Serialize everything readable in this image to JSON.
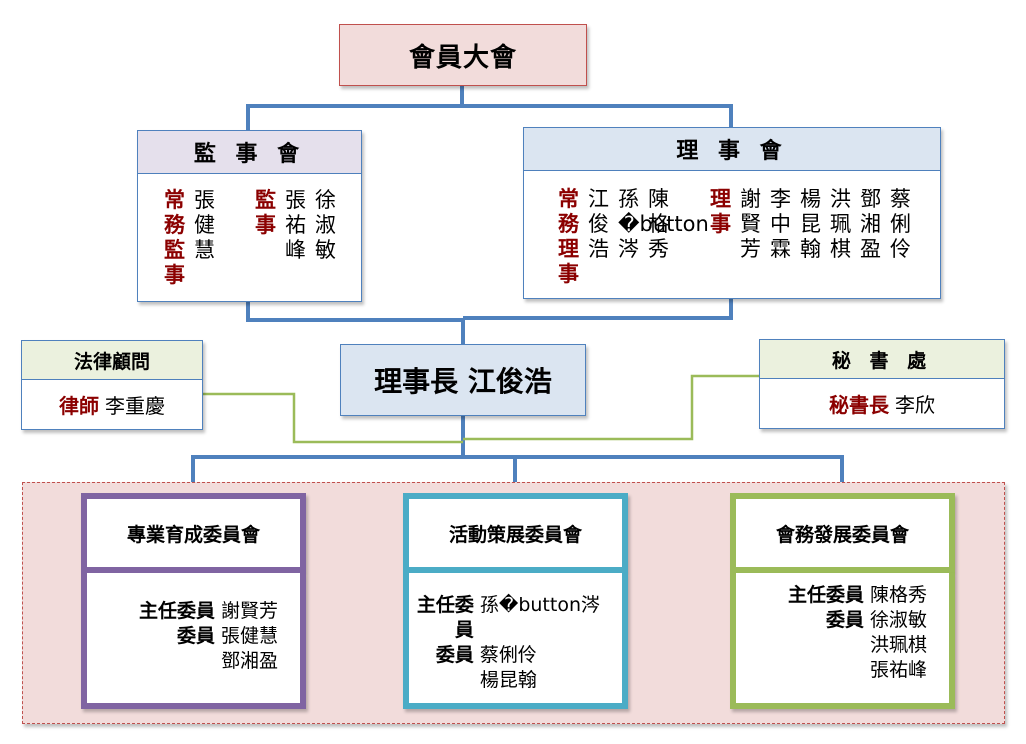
{
  "assembly": {
    "title": "會員大會"
  },
  "supervisors": {
    "title": "監 事 會",
    "standing_role": [
      "常",
      "務",
      "監",
      "事"
    ],
    "standing_members": [
      [
        "張",
        "健",
        "慧"
      ]
    ],
    "role": [
      "監",
      "事"
    ],
    "members": [
      [
        "張",
        "祐",
        "峰"
      ],
      [
        "徐",
        "淑",
        "敏"
      ]
    ]
  },
  "directors": {
    "title": "理 事 會",
    "standing_role": [
      "常",
      "務",
      "理",
      "事"
    ],
    "standing_members": [
      [
        "江",
        "俊",
        "浩"
      ],
      [
        "孫",
        "�button",
        "涔"
      ],
      [
        "陳",
        "格",
        "秀"
      ]
    ],
    "role": [
      "理",
      "事"
    ],
    "members": [
      [
        "謝",
        "賢",
        "芳"
      ],
      [
        "李",
        "中",
        "霖"
      ],
      [
        "楊",
        "昆",
        "翰"
      ],
      [
        "洪",
        "珮",
        "棋"
      ],
      [
        "鄧",
        "湘",
        "盈"
      ],
      [
        "蔡",
        "俐",
        "伶"
      ]
    ]
  },
  "chairman": {
    "label": "理事長 江俊浩"
  },
  "legal": {
    "title": "法律顧問",
    "role": "律師",
    "name": "李重慶"
  },
  "secretariat": {
    "title": "秘 書 處",
    "role": "秘書長",
    "name": "李欣"
  },
  "committees": [
    {
      "title": "專業育成委員會",
      "color": "#8064a2",
      "rows": [
        {
          "role": "主任委員",
          "name": "謝賢芳"
        },
        {
          "role": "委員",
          "name": "張健慧"
        },
        {
          "role": "",
          "name": "鄧湘盈"
        }
      ]
    },
    {
      "title": "活動策展委員會",
      "color": "#4bacc6",
      "rows": [
        {
          "role": "主任委員",
          "name": "孫�button涔"
        },
        {
          "role": "委員",
          "name": "蔡俐伶"
        },
        {
          "role": "",
          "name": "楊昆翰"
        }
      ]
    },
    {
      "title": "會務發展委員會",
      "color": "#9bbb59",
      "rows": [
        {
          "role": "主任委員",
          "name": "陳格秀"
        },
        {
          "role": "委員",
          "name": "徐淑敏"
        },
        {
          "role": "",
          "name": "洪珮棋"
        },
        {
          "role": "",
          "name": "張祐峰"
        }
      ]
    }
  ],
  "colors": {
    "connector": "#4f81bd",
    "advisor_connector": "#9bbb59",
    "arrow": "#c0504d",
    "role_text": "#8b0000"
  }
}
